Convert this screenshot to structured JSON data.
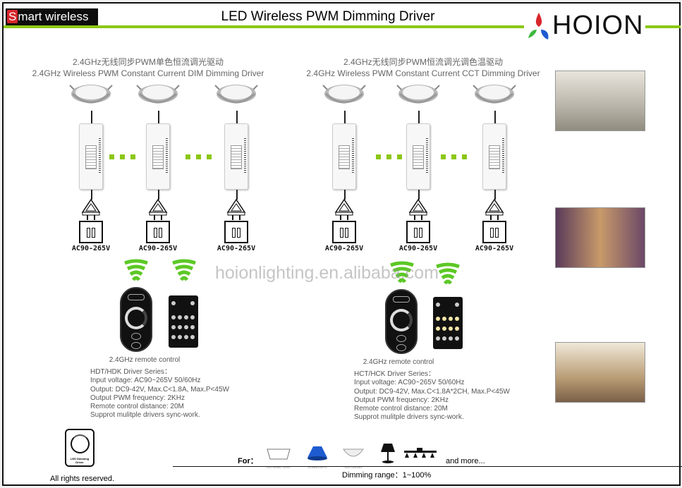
{
  "header": {
    "brand_initial": "S",
    "brand_rest": "mart wireless",
    "title": "LED Wireless PWM Dimming Driver",
    "logo": "HOION"
  },
  "left": {
    "heading_cn": "2.4GHz无线同步PWM单色恒流调光驱动",
    "heading_en": "2.4GHz Wireless PWM Constant Current DIM Dimming Driver",
    "ac_labels": [
      "AC90-265V",
      "AC90-265V",
      "AC90-265V"
    ],
    "remote_label": "2.4GHz remote control",
    "specs": [
      "HDT/HDK Driver Series：",
      "Input voltage: AC90~265V 50/60Hz",
      "Output: DC9-42V, Max.C<1.8A, Max.P<45W",
      "Output PWM frequency: 2KHz",
      "Remote control distance: 20M",
      "Supprot mulitple drivers sync-work."
    ]
  },
  "right": {
    "heading_cn": "2.4GHz无线同步PWM恒流调光调色温驱动",
    "heading_en": "2.4GHz Wireless PWM Constant Current CCT Dimming Driver",
    "ac_labels": [
      "AC90-265V",
      "AC90-265V",
      "AC90-265V"
    ],
    "remote_label": "2.4GHz remote control",
    "specs": [
      "HCT/HCK Driver Series：",
      "Input voltage: AC90~265V 50/60Hz",
      "Output: DC9-42V, Max.C<1.8A*2CH, Max.P<45W",
      "Output PWM frequency: 2KHz",
      "Remote control distance: 20M",
      "Supprot mulitple drivers sync-work."
    ]
  },
  "watermark": "hoionlighting.en.alibaba.com",
  "badge": "LED Dimming Driver",
  "footer": {
    "for": "For：",
    "apps": [
      "LED PANEL LIGHT",
      "DOWNLIGHTS",
      "LED CEILING",
      "",
      ""
    ],
    "and_more": "and more...",
    "range": "Dimming range：1~100%",
    "rights": "All rights reserved."
  },
  "colors": {
    "green": "#8cc715",
    "red": "#d8262b",
    "blue": "#1e5bd0"
  }
}
